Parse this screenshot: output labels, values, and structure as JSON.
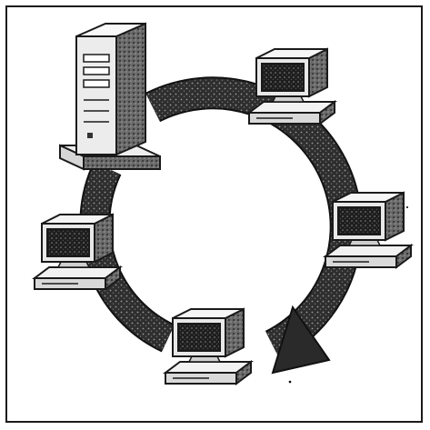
{
  "diagram": {
    "type": "token-ring-network",
    "nodes": [
      {
        "kind": "tower-server",
        "icon": "server-tower-icon"
      },
      {
        "kind": "workstation",
        "icon": "crt-monitor-computer-icon"
      },
      {
        "kind": "workstation",
        "icon": "crt-monitor-computer-icon"
      },
      {
        "kind": "workstation",
        "icon": "crt-monitor-computer-icon"
      },
      {
        "kind": "workstation",
        "icon": "crt-monitor-computer-icon"
      }
    ],
    "flow": {
      "direction": "clockwise",
      "icon": "curved-arrow-icon"
    },
    "colors": {
      "ink": "#1a1a1a",
      "arrow_fill": "#3a3a3a",
      "device_face": "#e6e6e6",
      "screen": "#2a2a2a",
      "background": "#ffffff"
    }
  }
}
